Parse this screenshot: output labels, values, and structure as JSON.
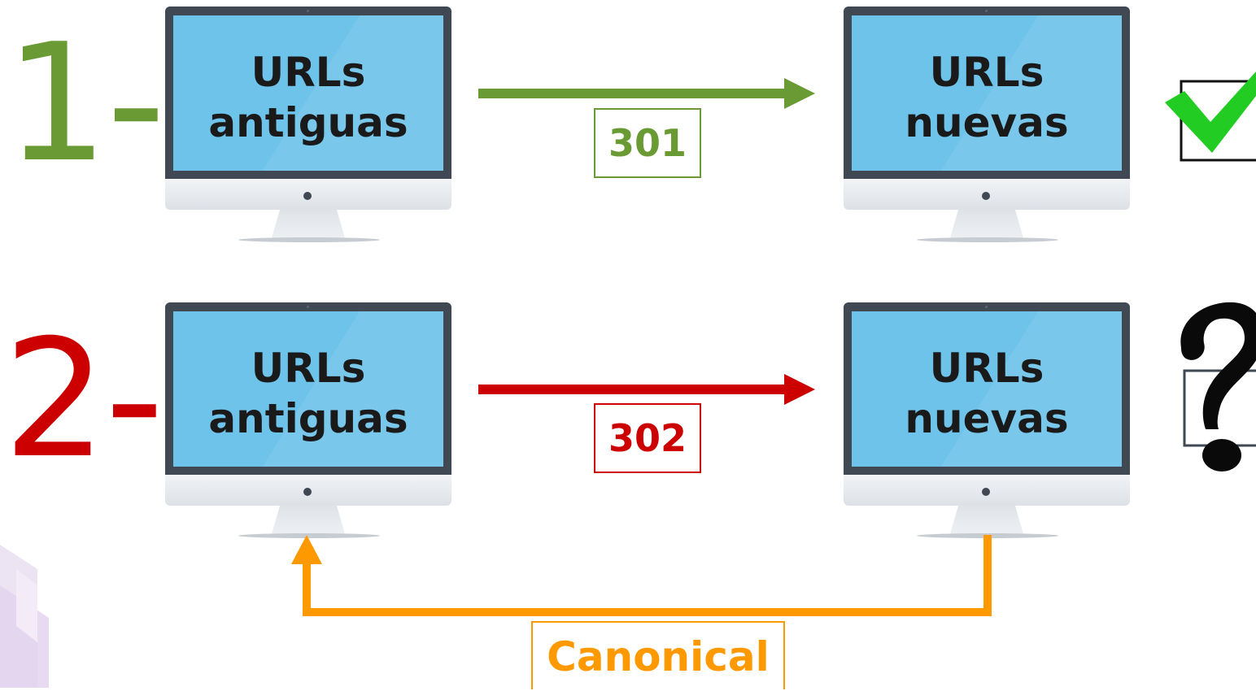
{
  "rows": [
    {
      "number": "1-",
      "number_color": "#6a9a33",
      "source_label_line1": "URLs",
      "source_label_line2": "antiguas",
      "target_label_line1": "URLs",
      "target_label_line2": "nuevas",
      "redirect_code": "301",
      "arrow_color": "#6a9a33",
      "result_icon": "checkmark-icon"
    },
    {
      "number": "2-",
      "number_color": "#cc0000",
      "source_label_line1": "URLs",
      "source_label_line2": "antiguas",
      "target_label_line1": "URLs",
      "target_label_line2": "nuevas",
      "redirect_code": "302",
      "arrow_color": "#cc0000",
      "result_icon": "question-mark-icon"
    }
  ],
  "canonical": {
    "label": "Canonical",
    "color": "#ff9900"
  },
  "colors": {
    "screen": "#6ec3ea",
    "bezel": "#3f4853",
    "check_green": "#22cc22"
  }
}
